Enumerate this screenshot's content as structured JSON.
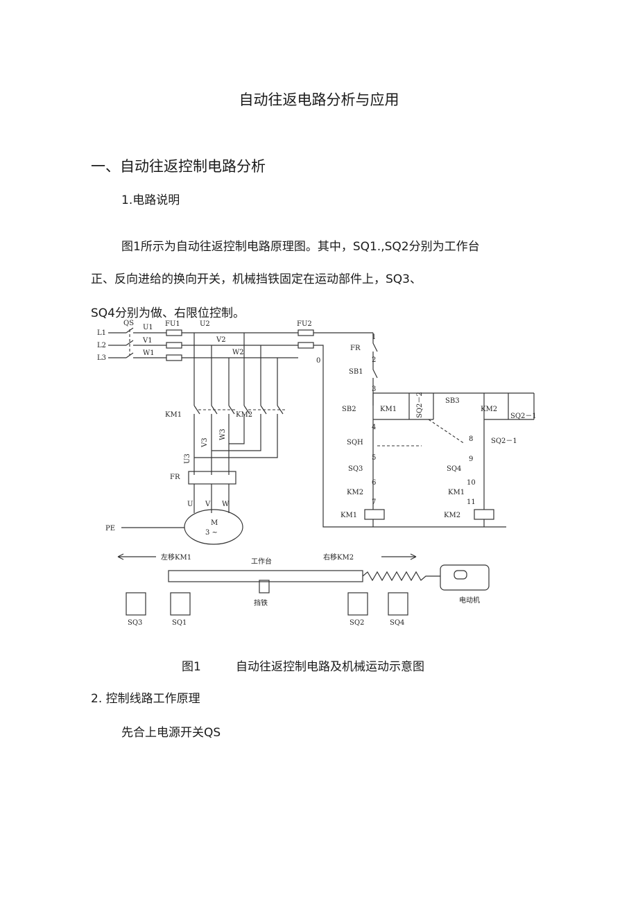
{
  "document": {
    "title": "自动往返电路分析与应用",
    "section1_heading": "一、自动往返控制电路分析",
    "sub1_heading": "1.电路说明",
    "para1_line1": "图1所示为自动往返控制电路原理图。其中，SQ1.,SQ2分别为工作台",
    "para1_line2": "正、反向进给的换向开关，机械挡铁固定在运动部件上，SQ3、",
    "para1_line3": "SQ4分别为做、右限位控制。",
    "figure_caption_number": "图1",
    "figure_caption_text": "自动往返控制电路及机械运动示意图",
    "sub2_heading": "2. 控制线路工作原理",
    "para2": "先合上电源开关QS"
  },
  "figure": {
    "labels": {
      "L1": "L1",
      "L2": "L2",
      "L3": "L3",
      "QS": "QS",
      "U1": "U1",
      "V1": "V1",
      "W1": "W1",
      "FU1": "FU1",
      "U2": "U2",
      "V2": "V2",
      "W2": "W2",
      "FU2": "FU2",
      "KM1_main": "KM1",
      "KM2_main": "KM2",
      "U3": "U3",
      "V3": "V3",
      "W3": "W3",
      "FR_main": "FR",
      "U": "U",
      "V": "V",
      "W": "W",
      "PE": "PE",
      "M": "M",
      "M3": "3 ~",
      "n0": "0",
      "n1": "1",
      "n2": "2",
      "n3": "3",
      "n4": "4",
      "n5": "5",
      "n6": "6",
      "n7": "7",
      "n8": "8",
      "n9": "9",
      "n10": "10",
      "n11": "11",
      "FR_ctrl": "FR",
      "SB1": "SB1",
      "SB2": "SB2",
      "SB3": "SB3",
      "KM1_hold": "KM1",
      "KM2_hold": "KM2",
      "SQ2_2": "SQ2－2",
      "SQ2_1_top": "SQ2－1",
      "SQH": "SQH",
      "SQ2_1": "SQ2－1",
      "SQ3_ctrl": "SQ3",
      "SQ4_ctrl": "SQ4",
      "KM2_interlock": "KM2",
      "KM1_interlock": "KM1",
      "KM1_coil": "KM1",
      "KM2_coil": "KM2",
      "left_move": "左移KM1",
      "table": "工作台",
      "right_move": "右移KM2",
      "stop_iron": "挡铁",
      "motor": "电动机",
      "SQ3": "SQ3",
      "SQ1": "SQ1",
      "SQ2": "SQ2",
      "SQ4": "SQ4"
    }
  }
}
